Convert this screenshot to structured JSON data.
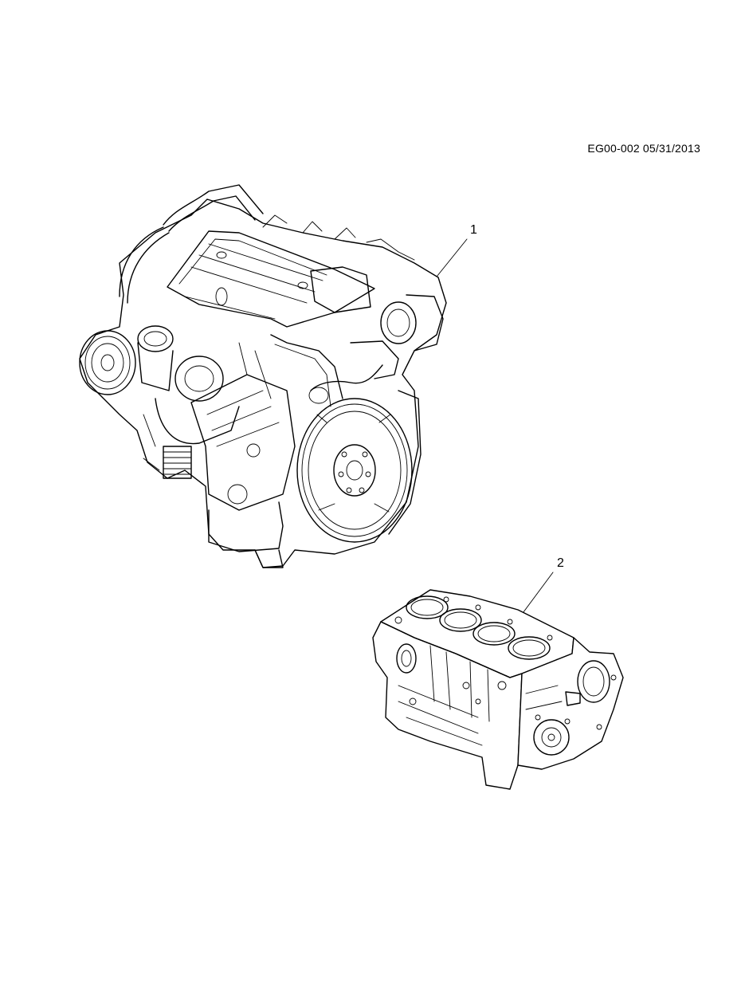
{
  "header": {
    "doc_code": "EG00-002 05/31/2013"
  },
  "callouts": [
    {
      "label": "1"
    },
    {
      "label": "2"
    }
  ]
}
